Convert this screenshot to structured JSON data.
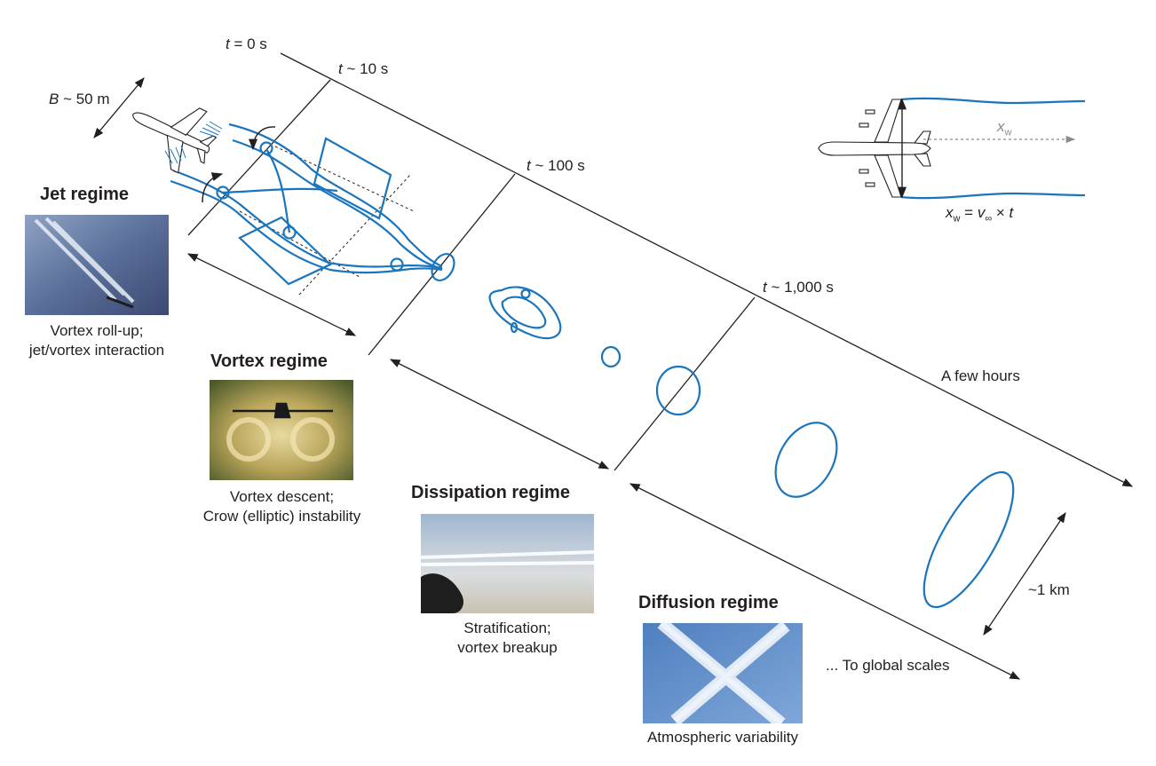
{
  "time_labels": {
    "t0": {
      "var": "t",
      "rest": " = 0 s"
    },
    "t10": {
      "var": "t",
      "rest": " ~ 10 s"
    },
    "t100": {
      "var": "t",
      "rest": " ~ 100 s"
    },
    "t1000": {
      "var": "t",
      "rest": " ~ 1,000 s"
    },
    "few_hours": "A few hours"
  },
  "span_label": {
    "var": "B",
    "rest": " ~ 50 m"
  },
  "scale_label": "~1 km",
  "global_label": "... To global scales",
  "inset": {
    "axis_label_var": "x",
    "axis_label_sub": "w",
    "formula_x": "x",
    "formula_sub": "w",
    "formula_eq": " = ",
    "formula_v": "v",
    "formula_vsub": "∞",
    "formula_rest": " × ",
    "formula_t": "t"
  },
  "regimes": [
    {
      "title": "Jet regime",
      "caption": [
        "Vortex roll-up;",
        "jet/vortex interaction"
      ]
    },
    {
      "title": "Vortex regime",
      "caption": [
        "Vortex descent;",
        "Crow (elliptic) instability"
      ]
    },
    {
      "title": "Dissipation regime",
      "caption": [
        "Stratification;",
        "vortex breakup"
      ]
    },
    {
      "title": "Diffusion regime",
      "caption": [
        "Atmospheric variability"
      ]
    }
  ],
  "colors": {
    "wake": "#1a75bc",
    "line": "#231f20",
    "text": "#231f20",
    "grey_arrow": "#8a8a8a"
  }
}
